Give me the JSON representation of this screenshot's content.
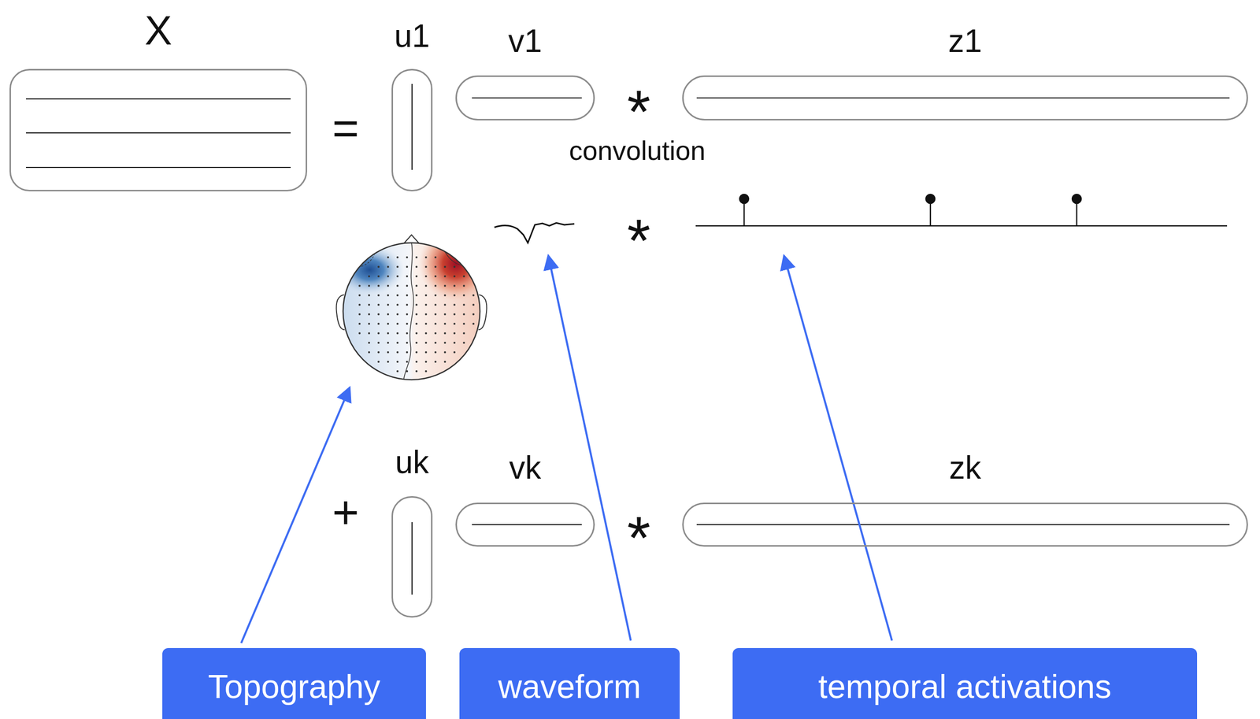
{
  "diagram": {
    "nodes": [
      {
        "text": [
          "X"
        ]
      },
      {
        "text": [
          "u1"
        ]
      },
      {
        "text": [
          "v1"
        ]
      },
      {
        "text": [
          "z1"
        ]
      },
      {
        "text": [
          "uk"
        ]
      },
      {
        "text": [
          "vk"
        ]
      },
      {
        "text": [
          "zk"
        ]
      },
      {
        "text": [
          "Topography"
        ]
      },
      {
        "text": [
          "waveform"
        ]
      },
      {
        "text": [
          "temporal activations"
        ]
      }
    ],
    "labels": [
      "=",
      "*",
      "convolution",
      "*",
      "*",
      "+"
    ]
  }
}
